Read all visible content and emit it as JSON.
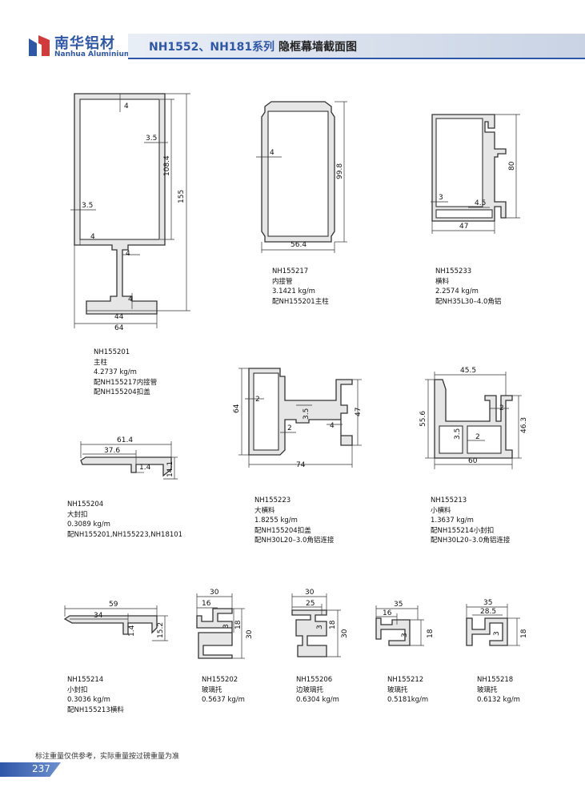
{
  "header": {
    "brand_cn": "南华铝材",
    "brand_en": "Nanhua Aluminium",
    "series": "NH1552、NH181系列",
    "title": "隐框幕墙截面图",
    "brand_color": "#2f57a8"
  },
  "dimensions": {
    "p201": [
      "4",
      "3.5",
      "108.4",
      "155",
      "3.5",
      "4",
      "4",
      "4",
      "44",
      "64"
    ],
    "p217": [
      "4",
      "99.8",
      "56.4"
    ],
    "p233": [
      "80",
      "3",
      "4.5",
      "47"
    ],
    "p204": [
      "61.4",
      "37.6",
      "1.4",
      "14.1"
    ],
    "p223": [
      "64",
      "2",
      "3.5",
      "2",
      "47",
      "4",
      "74"
    ],
    "p213": [
      "45.5",
      "55.6",
      "2",
      "46.3",
      "3.5",
      "2",
      "60"
    ],
    "p214": [
      "59",
      "34",
      "1.4",
      "15.2"
    ],
    "p202": [
      "30",
      "16",
      "3",
      "18",
      "30"
    ],
    "p206": [
      "30",
      "25",
      "3",
      "18",
      "30"
    ],
    "p212": [
      "35",
      "16",
      "3",
      "18"
    ],
    "p218": [
      "35",
      "28.5",
      "3",
      "18"
    ]
  },
  "profiles": [
    {
      "code": "NH155201",
      "name": "主柱",
      "weight": "4.2737 kg/m",
      "notes": [
        "配NH155217内接管",
        "配NH155204扣盖"
      ]
    },
    {
      "code": "NH155217",
      "name": "内接管",
      "weight": "3.1421 kg/m",
      "notes": [
        "配NH155201主柱"
      ]
    },
    {
      "code": "NH155233",
      "name": "横料",
      "weight": "2.2574 kg/m",
      "notes": [
        "配NH35L30–4.0角铝"
      ]
    },
    {
      "code": "NH155204",
      "name": "大封扣",
      "weight": "0.3089 kg/m",
      "notes": [
        "配NH155201,NH155223,NH18101"
      ]
    },
    {
      "code": "NH155223",
      "name": "大横料",
      "weight": "1.8255 kg/m",
      "notes": [
        "配NH155204扣盖",
        "配NH30L20–3.0角铝连接"
      ]
    },
    {
      "code": "NH155213",
      "name": "小横料",
      "weight": "1.3637 kg/m",
      "notes": [
        "配NH155214小封扣",
        "配NH30L20–3.0角铝连接"
      ]
    },
    {
      "code": "NH155214",
      "name": "小封扣",
      "weight": "0.3036 kg/m",
      "notes": [
        "配NH155213横料"
      ]
    },
    {
      "code": "NH155202",
      "name": "玻璃托",
      "weight": "0.5637 kg/m",
      "notes": []
    },
    {
      "code": "NH155206",
      "name": "边玻璃托",
      "weight": "0.6304 kg/m",
      "notes": []
    },
    {
      "code": "NH155212",
      "name": "玻璃托",
      "weight": "0.5181kg/m",
      "notes": []
    },
    {
      "code": "NH155218",
      "name": "玻璃托",
      "weight": "0.6132 kg/m",
      "notes": []
    }
  ],
  "footer": {
    "note": "标注重量仅供参考，实际重量按过磅重量为准",
    "page": "237"
  }
}
